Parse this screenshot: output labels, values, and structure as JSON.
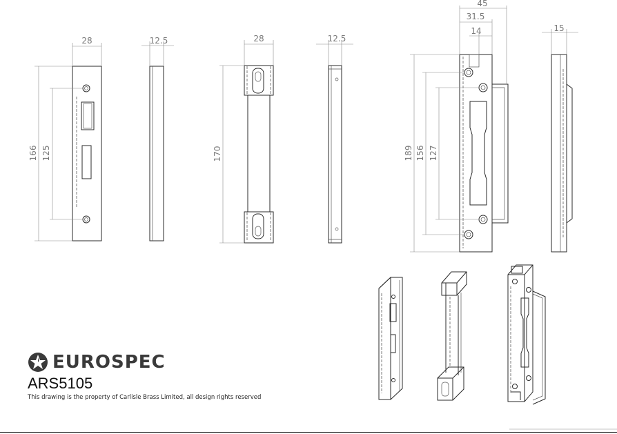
{
  "brand": {
    "name": "EUROSPEC",
    "logo_icon": "star-in-circle-icon",
    "product_code": "ARS5105",
    "note": "This drawing is the property of Carlisle Brass Limited, all design rights reserved"
  },
  "views": {
    "plate_front": {
      "width": "28",
      "height": "166",
      "hole_spacing": "125"
    },
    "plate_side": {
      "thickness": "12.5"
    },
    "keep_front": {
      "width": "28",
      "height": "170"
    },
    "keep_side": {
      "thickness": "12.5"
    },
    "strike_front": {
      "overall_width": "45",
      "inner_width": "31.5",
      "offset": "14",
      "height": "189",
      "hole_spacing_outer": "156",
      "hole_spacing_inner": "127"
    },
    "strike_side": {
      "thickness": "15"
    }
  }
}
